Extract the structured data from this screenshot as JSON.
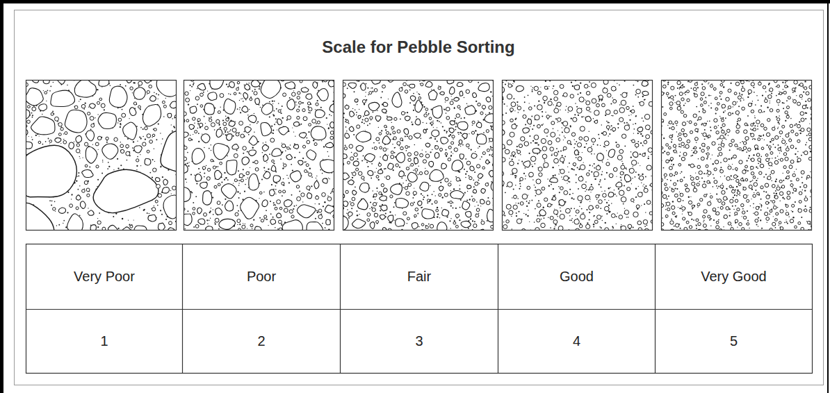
{
  "diagram": {
    "title": "Scale for Pebble Sorting",
    "labels": [
      "Very Poor",
      "Poor",
      "Fair",
      "Good",
      "Very Good",
      "1",
      "2",
      "3",
      "4",
      "5"
    ]
  }
}
